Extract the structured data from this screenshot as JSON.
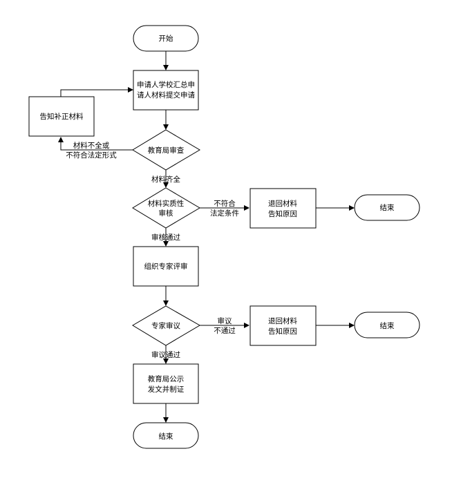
{
  "nodes": {
    "start": "开始",
    "apply": [
      "申请人学校汇总申",
      "请人材料提交申请"
    ],
    "notify_fix": "告知补正材料",
    "bureau_review": "教育局审查",
    "substantive_review": [
      "材料实质性",
      "审核"
    ],
    "reject1": [
      "退回材料",
      "告知原因"
    ],
    "end1": "结束",
    "expert_panel": "组织专家评审",
    "expert_review": "专家审议",
    "reject2": [
      "退回材料",
      "告知原因"
    ],
    "end2": "结束",
    "publish": [
      "教育局公示",
      "发文并制证"
    ],
    "end_final": "结束"
  },
  "edges": {
    "incomplete": [
      "材料不全或",
      "不符合法定形式"
    ],
    "complete": "材料齐全",
    "not_qualified": [
      "不符合",
      "法定条件"
    ],
    "review_passed": "审核通过",
    "not_passed": [
      "审议",
      "不通过"
    ],
    "deliberation_passed": "审议通过"
  }
}
